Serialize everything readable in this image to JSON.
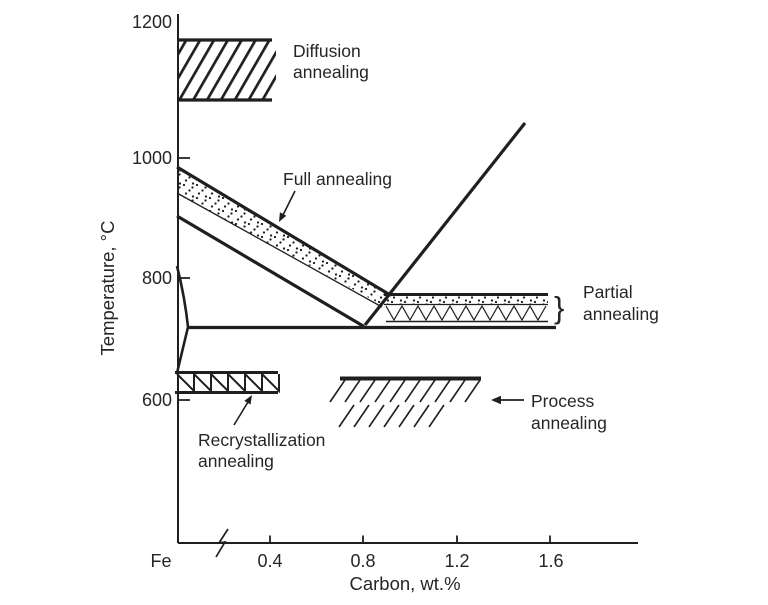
{
  "background": "#ffffff",
  "ink_color": "#1f1f1f",
  "text_color": "#262626",
  "chart_data": {
    "type": "area",
    "title": "",
    "xlabel": "Carbon, wt.%",
    "ylabel": "Temperature, °C",
    "x_ticks": [
      {
        "label": "Fe",
        "value": 0
      },
      {
        "label": "0.4",
        "value": 0.4
      },
      {
        "label": "0.8",
        "value": 0.8
      },
      {
        "label": "1.2",
        "value": 1.2
      },
      {
        "label": "1.6",
        "value": 1.6
      }
    ],
    "y_ticks": [
      {
        "label": "1200",
        "value": 1200
      },
      {
        "label": "1000",
        "value": 1000
      },
      {
        "label": "800",
        "value": 800
      },
      {
        "label": "600",
        "value": 600
      }
    ],
    "xlim": [
      0,
      1.97
    ],
    "ylim": [
      540,
      1215
    ],
    "grid": false,
    "x_axis_break_at_wtpct": 0.2,
    "phase_boundaries": [
      {
        "name": "full-annealing upper boundary",
        "style": "thick",
        "points_wtpct_degC": [
          [
            0,
            985
          ],
          [
            0.91,
            772
          ]
        ]
      },
      {
        "name": "full-annealing inner boundary",
        "style": "thin",
        "points_wtpct_degC": [
          [
            0,
            943
          ],
          [
            0.88,
            750
          ]
        ]
      },
      {
        "name": "A3 line",
        "style": "thick",
        "points_wtpct_degC": [
          [
            0,
            910
          ],
          [
            0.8,
            727
          ]
        ]
      },
      {
        "name": "Acm rising line",
        "style": "thick",
        "points_wtpct_degC": [
          [
            0.81,
            730
          ],
          [
            1.49,
            1050
          ]
        ]
      },
      {
        "name": "A1 eutectoid line",
        "style": "thick",
        "points_wtpct_degC": [
          [
            0.05,
            727
          ],
          [
            1.62,
            727
          ]
        ]
      },
      {
        "name": "alpha wedge upper boundary",
        "style": "medium",
        "points_wtpct_degC": [
          [
            0,
            828
          ],
          [
            0.05,
            727
          ]
        ]
      },
      {
        "name": "alpha wedge lower boundary",
        "style": "medium",
        "points_wtpct_degC": [
          [
            0.05,
            727
          ],
          [
            0,
            645
          ]
        ]
      }
    ],
    "regions": [
      {
        "name": "Diffusion annealing",
        "carbon_wtpct": [
          0,
          0.41
        ],
        "temp_degC": [
          1090,
          1190
        ],
        "pattern": "diagonal-hatch"
      },
      {
        "name": "Full annealing",
        "carbon_wtpct": [
          0,
          0.9
        ],
        "temp_degC": "sloping band from 985–943 at Fe down to ~770 at 0.9 wt.%",
        "pattern": "stipple"
      },
      {
        "name": "Partial annealing",
        "carbon_wtpct": [
          0.89,
          1.59
        ],
        "temp_degC": [
          730,
          772
        ],
        "pattern": "stipple-over-zigzag"
      },
      {
        "name": "Recrystallization annealing",
        "carbon_wtpct": [
          0,
          0.43
        ],
        "temp_degC": [
          613,
          645
        ],
        "pattern": "triangle-teeth"
      },
      {
        "name": "Process annealing",
        "carbon_wtpct": [
          0.7,
          1.3
        ],
        "temp_degC": [
          560,
          636
        ],
        "pattern": "diagonal-hatch-under-line"
      }
    ]
  },
  "labels": {
    "diffusion": {
      "line1": "Diffusion",
      "line2": "annealing"
    },
    "full": {
      "text": "Full annealing"
    },
    "partial": {
      "brace": "}",
      "line1": "Partial",
      "line2": "annealing"
    },
    "recrystallization": {
      "line1": "Recrystallization",
      "line2": "annealing"
    },
    "process": {
      "line1": "Process",
      "line2": "annealing"
    }
  }
}
